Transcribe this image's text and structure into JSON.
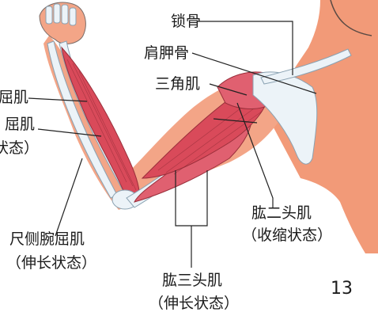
{
  "labels": {
    "clavicle": "锁骨",
    "scapula": "肩胛骨",
    "deltoid": "三角肌",
    "forearm_flexor_1": "屈肌",
    "forearm_flexor_2a": "屈肌",
    "forearm_flexor_2b": "状态）",
    "flexor_carpi_ulnaris": "尺侧腕屈肌",
    "flexor_carpi_ulnaris_state": "（伸长状态）",
    "biceps": "肱二头肌",
    "biceps_state": "（收缩状态）",
    "triceps": "肱三头肌",
    "triceps_state": "（伸长状态）"
  },
  "page_number": "13",
  "colors": {
    "skin": "#f29a78",
    "muscle": "#d94a5a",
    "bone": "#ecf3f8",
    "leader_line": "#222222"
  }
}
